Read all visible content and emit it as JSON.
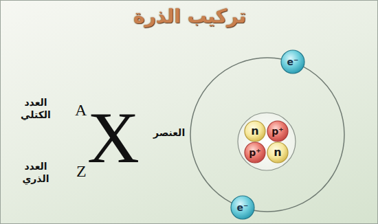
{
  "diagram": {
    "title": "تركيب الذرة",
    "nodes": [
      {
        "text": [
          "e⁻"
        ]
      },
      {
        "text": [
          "n"
        ]
      },
      {
        "text": [
          "p⁺"
        ]
      },
      {
        "text": [
          "p⁺"
        ]
      },
      {
        "text": [
          "n"
        ]
      },
      {
        "text": [
          "e⁻"
        ]
      }
    ],
    "labels": [
      "العدد الكتلي",
      "A",
      "X",
      "العنصر",
      "العدد الذري",
      "Z"
    ]
  }
}
